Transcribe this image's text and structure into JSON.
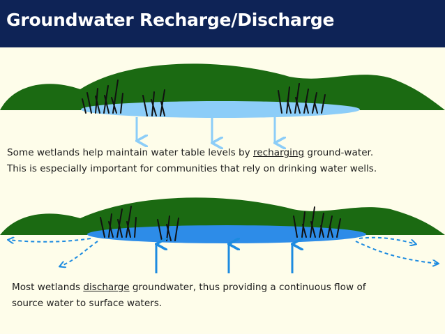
{
  "title": "Groundwater Recharge/Discharge",
  "colors": {
    "title_bg": "#0e2356",
    "background": "#fefdea",
    "hill": "#1b6a12",
    "recharge_water": "#8ccdf8",
    "discharge_water": "#2d8ce8",
    "arrow_light": "#8ccdf8",
    "arrow_dark": "#1d8be0"
  },
  "recharge": {
    "line1_before": "Some wetlands help maintain water table levels by ",
    "line1_keyword": "recharging",
    "line1_after": " ground-water.",
    "line2": "This is especially important for communities that rely on drinking water wells."
  },
  "discharge": {
    "line1_before": "Most wetlands ",
    "line1_keyword": "discharge",
    "line1_after": " groundwater, thus providing a continuous flow of",
    "line2": "source water to surface waters."
  }
}
